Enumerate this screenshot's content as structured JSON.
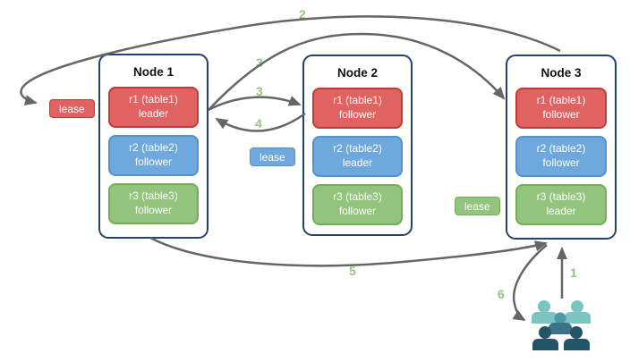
{
  "diagram": {
    "title": "replica leader/follower cluster diagram",
    "nodes": [
      {
        "title": "Node 1",
        "replicas": [
          {
            "name": "r1 (table1)",
            "role": "leader",
            "color": "red"
          },
          {
            "name": "r2 (table2)",
            "role": "follower",
            "color": "blue"
          },
          {
            "name": "r3 (table3)",
            "role": "follower",
            "color": "green"
          }
        ]
      },
      {
        "title": "Node 2",
        "replicas": [
          {
            "name": "r1 (table1)",
            "role": "follower",
            "color": "red"
          },
          {
            "name": "r2 (table2)",
            "role": "leader",
            "color": "blue"
          },
          {
            "name": "r3 (table3)",
            "role": "follower",
            "color": "green"
          }
        ]
      },
      {
        "title": "Node 3",
        "replicas": [
          {
            "name": "r1 (table1)",
            "role": "follower",
            "color": "red"
          },
          {
            "name": "r2 (table2)",
            "role": "follower",
            "color": "blue"
          },
          {
            "name": "r3 (table3)",
            "role": "leader",
            "color": "green"
          }
        ]
      }
    ],
    "lease_labels": [
      {
        "text": "lease",
        "color": "red"
      },
      {
        "text": "lease",
        "color": "blue"
      },
      {
        "text": "lease",
        "color": "green"
      }
    ],
    "step_labels": {
      "s1": "1",
      "s2": "2",
      "s3a": "3",
      "s3b": "3",
      "s4": "4",
      "s5": "5",
      "s6": "6"
    },
    "clients_icon": "users-group-icon",
    "colors": {
      "replica_red_fill": "#e06361",
      "replica_red_border": "#c13a38",
      "replica_blue_fill": "#6fa8dc",
      "replica_blue_border": "#5591cc",
      "replica_green_fill": "#93c47d",
      "replica_green_border": "#73ad58",
      "node_border": "#24436c",
      "arrow": "#666666",
      "step_label": "#94c47d",
      "client_light": "#7cc4c2",
      "client_mid_head": "#4d9aa6",
      "client_mid_body": "#3d7386",
      "client_dark": "#245468"
    }
  }
}
